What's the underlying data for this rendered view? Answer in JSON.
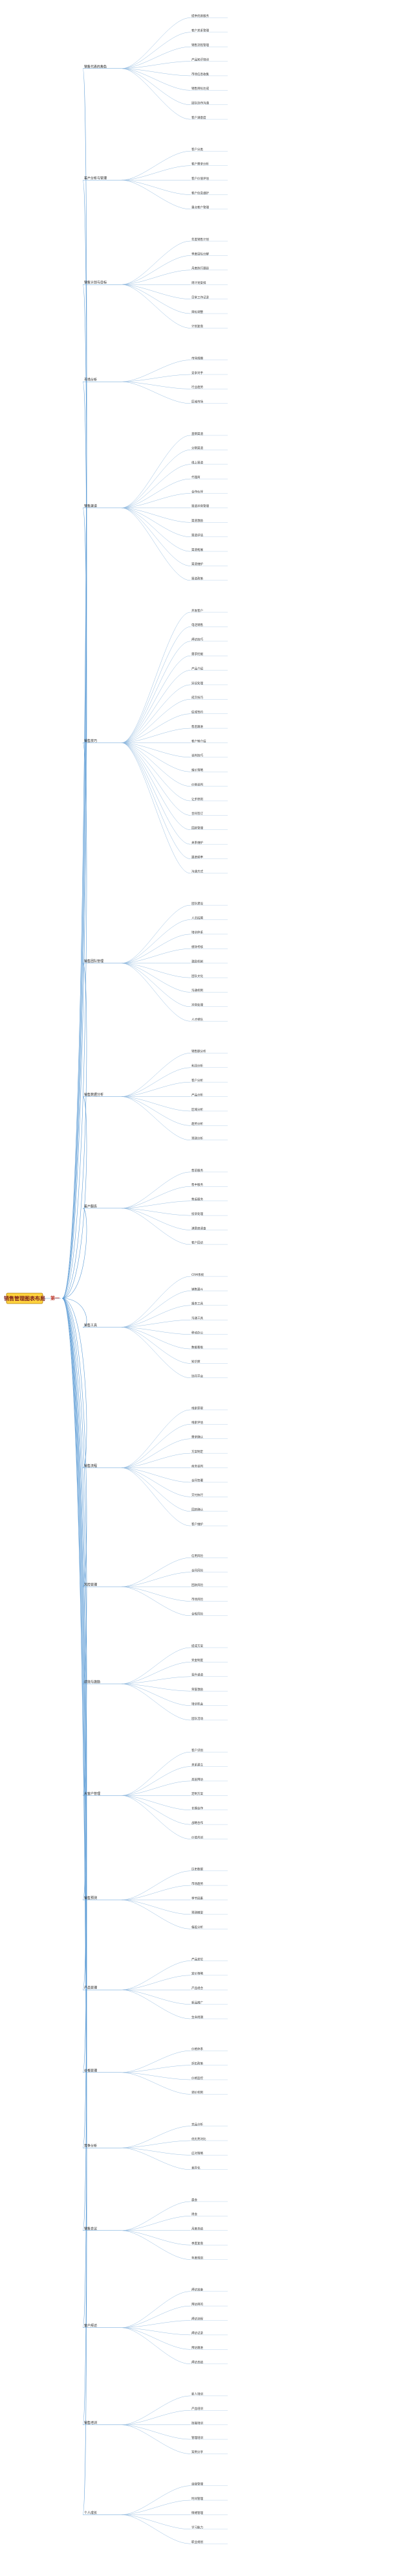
{
  "root": {
    "title": "销售管理图表布局",
    "hub": "第一"
  },
  "colors": {
    "edge": "#5b9bd5",
    "root_fill": "#ffd33d",
    "root_text": "#7a1b1b",
    "hub_text": "#c0392b"
  },
  "branches": [
    {
      "label": "销售代表的角色",
      "leaves": [
        "提供优质服务",
        "客户关系管理",
        "销售流程管理",
        "产品知识培训",
        "市场信息收集",
        "销售目标达成",
        "团队协作沟通",
        "客户满意度"
      ]
    },
    {
      "label": "客户分析与管理",
      "leaves": [
        "客户分类",
        "客户需求分析",
        "客户价值评估",
        "客户信息维护",
        "重点客户管理"
      ]
    },
    {
      "label": "销售计划与目标",
      "leaves": [
        "年度销售计划",
        "季度目标分解",
        "月度执行跟踪",
        "周计划安排",
        "日常工作记录",
        "目标调整",
        "计划复盘"
      ]
    },
    {
      "label": "市场分析",
      "leaves": [
        "市场规模",
        "竞争对手",
        "行业趋势",
        "区域市场"
      ]
    },
    {
      "label": "销售渠道",
      "leaves": [
        "直销渠道",
        "分销渠道",
        "线上渠道",
        "代理商",
        "合作伙伴",
        "渠道冲突管理",
        "渠道激励",
        "渠道评估",
        "渠道拓展",
        "渠道维护",
        "渠道政策"
      ]
    },
    {
      "label": "销售技巧",
      "leaves": [
        "开发客户",
        "电话销售",
        "拜访技巧",
        "需求挖掘",
        "产品介绍",
        "异议处理",
        "成交技巧",
        "促成签约",
        "售后跟进",
        "客户转介绍",
        "谈判技巧",
        "报价策略",
        "价格谈判",
        "让步原则",
        "合同签订",
        "回款管理",
        "关系维护",
        "跟进频率",
        "沟通方式"
      ]
    },
    {
      "label": "销售团队管理",
      "leaves": [
        "团队建设",
        "人员招聘",
        "培训体系",
        "绩效考核",
        "激励机制",
        "团队文化",
        "沟通机制",
        "冲突处理",
        "人才梯队"
      ]
    },
    {
      "label": "销售数据分析",
      "leaves": [
        "销售额分析",
        "利润分析",
        "客户分析",
        "产品分析",
        "区域分析",
        "趋势分析",
        "预测分析"
      ]
    },
    {
      "label": "客户服务",
      "leaves": [
        "售前服务",
        "售中服务",
        "售后服务",
        "投诉处理",
        "满意度调查",
        "客户回访"
      ]
    },
    {
      "label": "销售工具",
      "leaves": [
        "CRM系统",
        "销售漏斗",
        "报表工具",
        "沟通工具",
        "移动办公",
        "数据看板",
        "知识库",
        "协同平台"
      ]
    },
    {
      "label": "销售流程",
      "leaves": [
        "线索获取",
        "线索评估",
        "需求确认",
        "方案制定",
        "商务谈判",
        "合同签署",
        "交付执行",
        "回款确认",
        "客户维护"
      ]
    },
    {
      "label": "风险管理",
      "leaves": [
        "信用风险",
        "合同风险",
        "回款风险",
        "市场风险",
        "合规风险"
      ]
    },
    {
      "label": "绩效与激励",
      "leaves": [
        "提成方案",
        "奖金制度",
        "晋升通道",
        "荣誉激励",
        "培训机会",
        "团队活动"
      ]
    },
    {
      "label": "大客户管理",
      "leaves": [
        "客户识别",
        "关系建立",
        "高层拜访",
        "定制方案",
        "长期合作",
        "战略合作",
        "价值共创"
      ]
    },
    {
      "label": "销售预测",
      "leaves": [
        "历史数据",
        "市场趋势",
        "季节因素",
        "预测模型",
        "偏差分析"
      ]
    },
    {
      "label": "产品管理",
      "leaves": [
        "产品定位",
        "定价策略",
        "产品组合",
        "新品推广",
        "生命周期"
      ]
    },
    {
      "label": "价格管理",
      "leaves": [
        "价格体系",
        "折扣政策",
        "价格监控",
        "调价机制"
      ]
    },
    {
      "label": "竞争分析",
      "leaves": [
        "竞品分析",
        "优劣势对比",
        "应对策略",
        "差异化"
      ]
    },
    {
      "label": "销售会议",
      "leaves": [
        "晨会",
        "周会",
        "月度总结",
        "季度复盘",
        "年度规划"
      ]
    },
    {
      "label": "客户拜访",
      "leaves": [
        "拜访准备",
        "拜访目的",
        "拜访流程",
        "拜访记录",
        "拜访跟进",
        "拜访总结"
      ]
    },
    {
      "label": "销售培训",
      "leaves": [
        "新人培训",
        "产品培训",
        "技能培训",
        "管理培训",
        "案例分享"
      ]
    },
    {
      "label": "个人成长",
      "leaves": [
        "自我管理",
        "时间管理",
        "情绪管理",
        "学习能力",
        "职业规划"
      ]
    }
  ]
}
